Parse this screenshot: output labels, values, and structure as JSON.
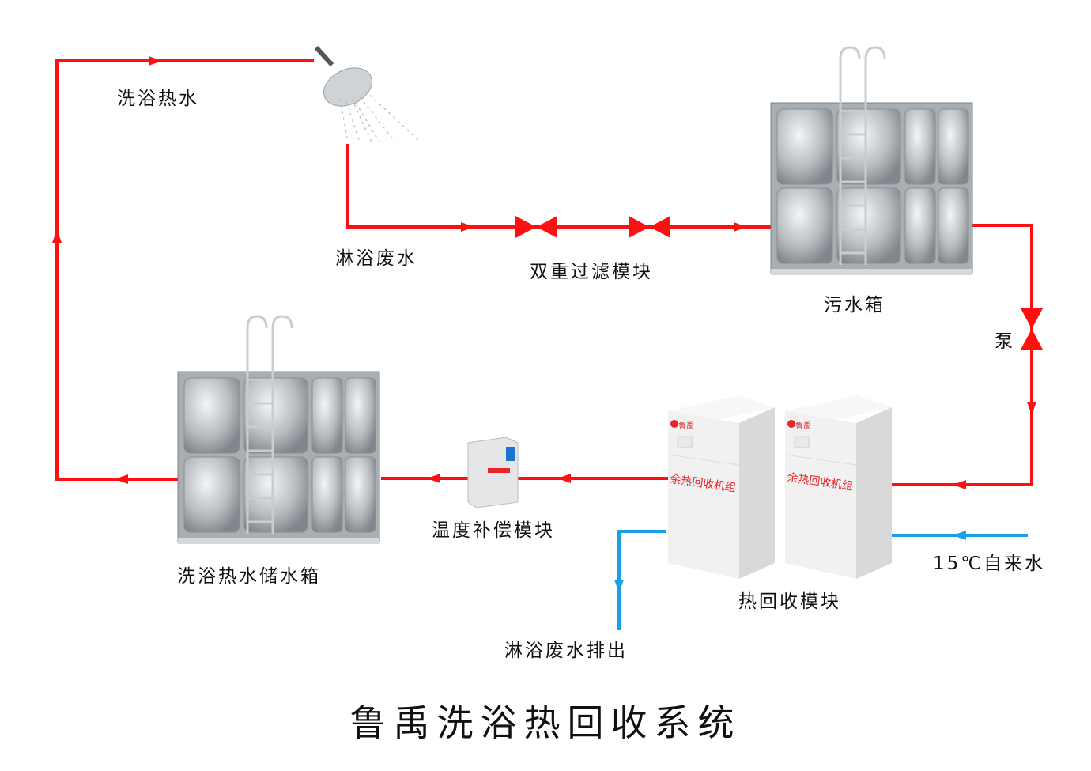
{
  "title": "鲁禹洗浴热回收系统",
  "labels": {
    "bath_hot_water": "洗浴热水",
    "shower_waste_water": "淋浴废水",
    "dual_filter": "双重过滤模块",
    "sewage_tank": "污水箱",
    "pump": "泵",
    "heat_recovery_module": "热回收模块",
    "tap_water": "15℃自来水",
    "waste_discharge": "淋浴废水排出",
    "temp_compensation": "温度补偿模块",
    "hot_water_tank": "洗浴热水储水箱"
  },
  "unit_label": "余热回收机组",
  "brand": "鲁禹",
  "colors": {
    "hot_line": "#ff1010",
    "cold_line": "#1aa0e6",
    "unit_text": "#e8262a"
  }
}
